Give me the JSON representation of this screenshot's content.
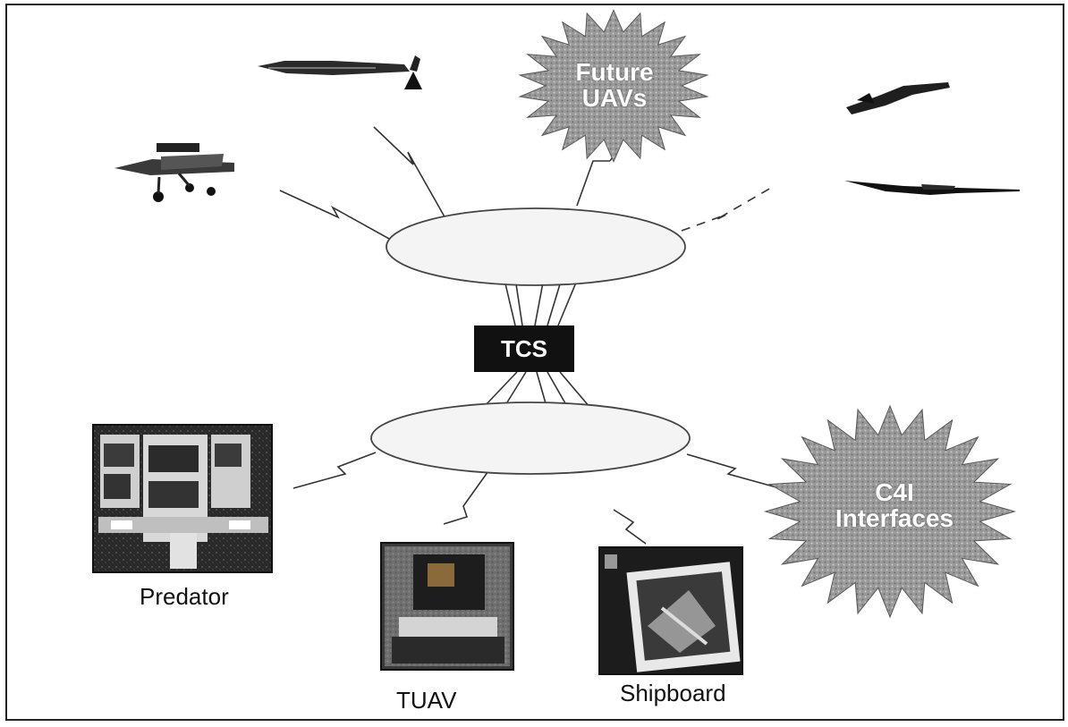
{
  "center": {
    "label": "TCS"
  },
  "stars": {
    "future": {
      "line1": "Future",
      "line2": "UAVs"
    },
    "c4i": {
      "line1": "C4I",
      "line2": "Interfaces"
    }
  },
  "stations": {
    "predator": "Predator",
    "tuav": "TUAV",
    "shipboard": "Shipboard"
  }
}
